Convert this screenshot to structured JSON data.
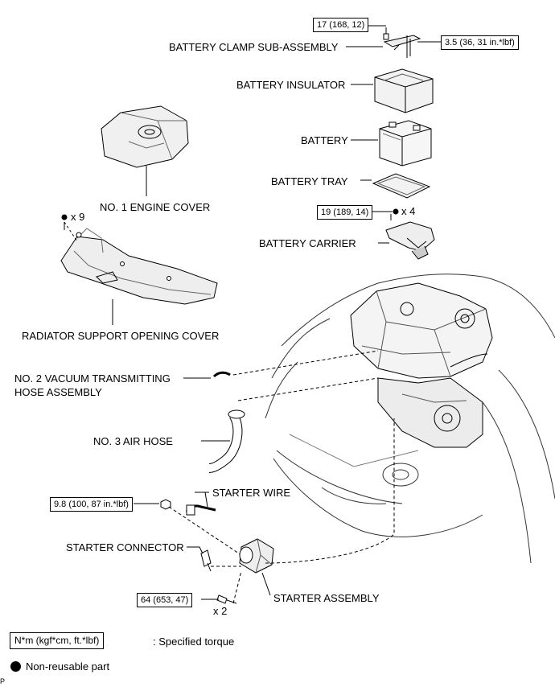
{
  "torques": {
    "clamp_bolt": "17 (168, 12)",
    "clamp_nut": "3.5 (36, 31 in.*lbf)",
    "carrier_bolt": "19 (189, 14)",
    "wire_nut": "9.8 (100, 87 in.*lbf)",
    "starter_bolt": "64 (653, 47)"
  },
  "parts": {
    "battery_clamp": "BATTERY CLAMP SUB-ASSEMBLY",
    "battery_insulator": "BATTERY INSULATOR",
    "battery": "BATTERY",
    "battery_tray": "BATTERY TRAY",
    "battery_carrier": "BATTERY CARRIER",
    "engine_cover": "NO. 1 ENGINE COVER",
    "radiator_cover": "RADIATOR SUPPORT OPENING COVER",
    "vacuum_hose_line1": "NO. 2 VACUUM TRANSMITTING",
    "vacuum_hose_line2": "HOSE ASSEMBLY",
    "air_hose": "NO. 3 AIR HOSE",
    "starter_wire": "STARTER WIRE",
    "starter_connector": "STARTER CONNECTOR",
    "starter_assembly": "STARTER ASSEMBLY"
  },
  "quantities": {
    "radiator_clips": "x 9",
    "carrier_bolts": "x 4",
    "starter_bolts": "x 2"
  },
  "legend": {
    "torque_units": "N*m (kgf*cm, ft.*lbf)",
    "torque_desc": ": Specified torque",
    "nonreusable": "Non-reusable part"
  },
  "corner_mark": "P"
}
